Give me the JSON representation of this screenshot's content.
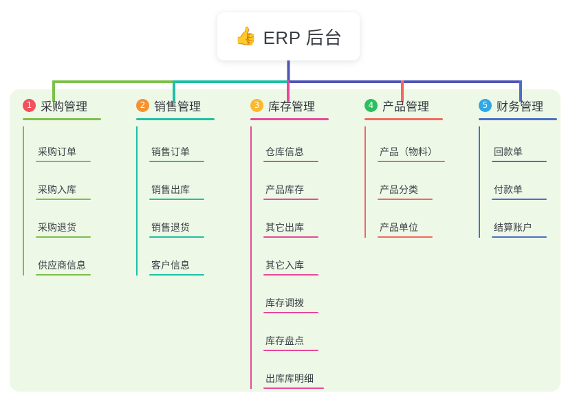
{
  "root": {
    "icon": "👍",
    "icon_name": "thumbs-up-icon",
    "label": "ERP 后台"
  },
  "panel": {
    "background": "#eef8e7"
  },
  "connector_colors": {
    "trunk": "#4f55b8",
    "bar_left": "#7cc04a",
    "bar_mid": "#1dc0a5",
    "bar_right": "#4f55b8"
  },
  "columns": [
    {
      "index": "1",
      "title": "采购管理",
      "badge_color": "#f2505c",
      "line_color": "#7cc04a",
      "items": [
        {
          "label": "采购订单"
        },
        {
          "label": "采购入库"
        },
        {
          "label": "采购退货"
        },
        {
          "label": "供应商信息"
        }
      ]
    },
    {
      "index": "2",
      "title": "销售管理",
      "badge_color": "#f59232",
      "line_color": "#1dc0a5",
      "items": [
        {
          "label": "销售订单"
        },
        {
          "label": "销售出库"
        },
        {
          "label": "销售退货"
        },
        {
          "label": "客户信息"
        }
      ]
    },
    {
      "index": "3",
      "title": "库存管理",
      "badge_color": "#fcb82e",
      "line_color": "#e8479c",
      "items": [
        {
          "label": "仓库信息"
        },
        {
          "label": "产品库存"
        },
        {
          "label": "其它出库"
        },
        {
          "label": "其它入库"
        },
        {
          "label": "库存调拨"
        },
        {
          "label": "库存盘点"
        },
        {
          "label": "出库库明细"
        }
      ]
    },
    {
      "index": "4",
      "title": "产品管理",
      "badge_color": "#2dbe60",
      "line_color": "#f4675f",
      "items": [
        {
          "label": "产品（物料）"
        },
        {
          "label": "产品分类"
        },
        {
          "label": "产品单位"
        }
      ]
    },
    {
      "index": "5",
      "title": "财务管理",
      "badge_color": "#2fa8e8",
      "line_color": "#4b6fc4",
      "items": [
        {
          "label": "回款单"
        },
        {
          "label": "付款单"
        },
        {
          "label": "结算账户"
        }
      ]
    }
  ]
}
